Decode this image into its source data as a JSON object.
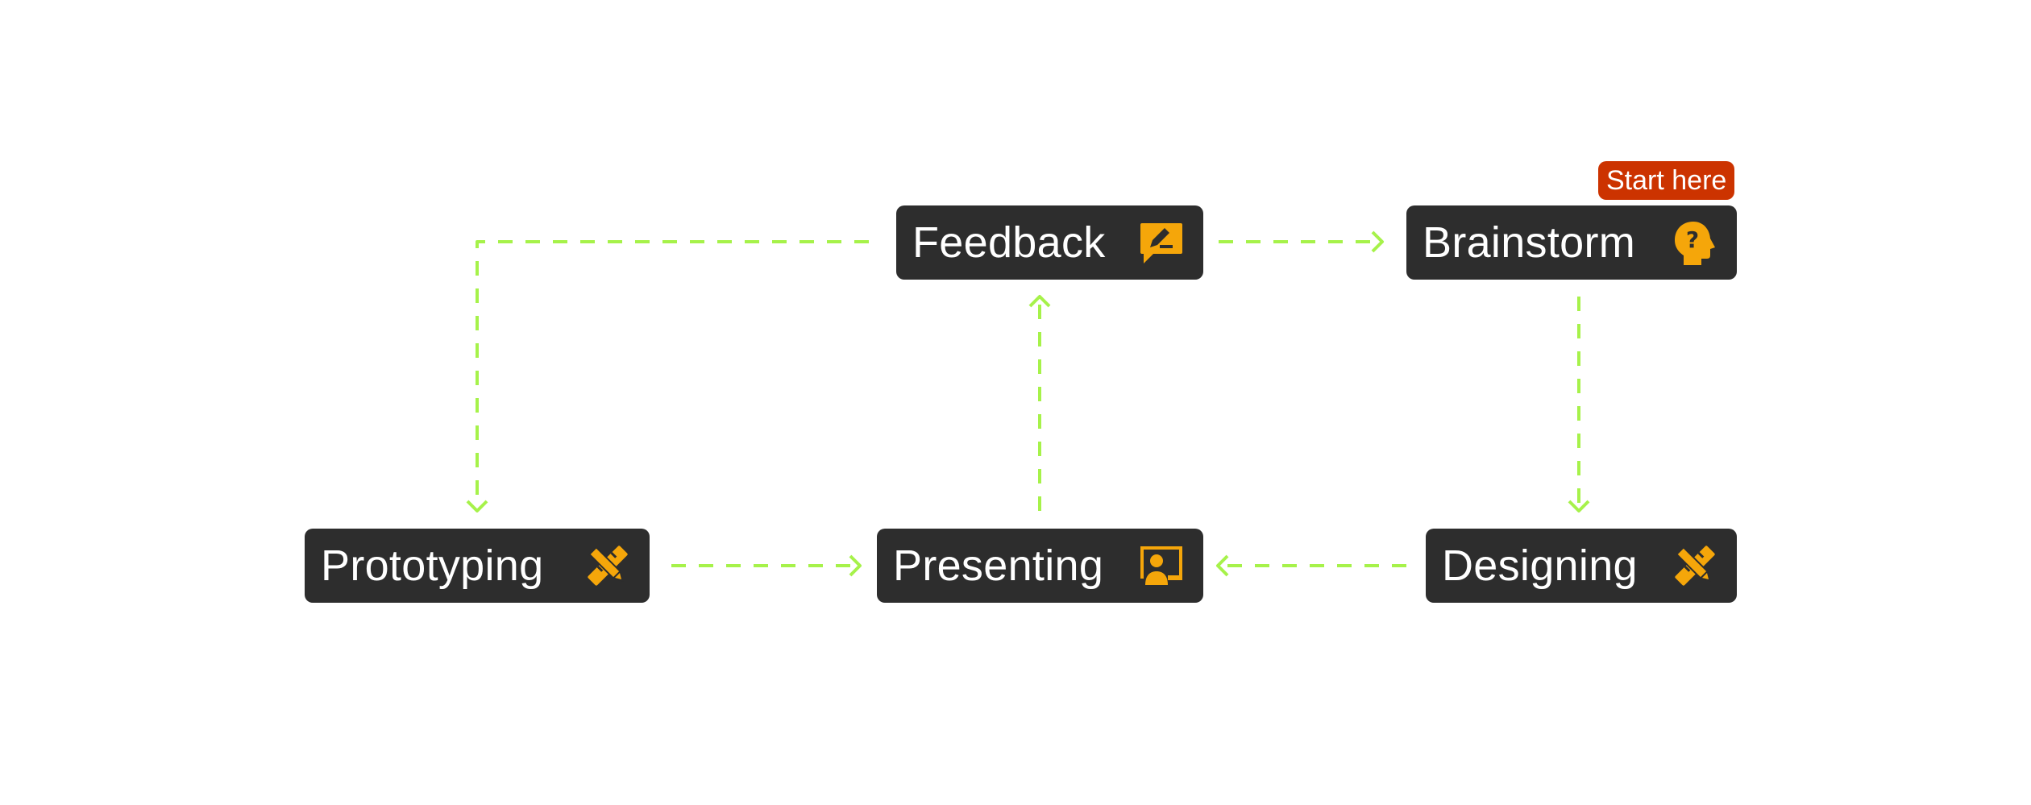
{
  "colors": {
    "node_background": "#2d2d2d",
    "node_text": "#ffffff",
    "icon": "#f5a60a",
    "connector": "#a6f24a",
    "badge_background": "#cc3300",
    "badge_text": "#ffffff"
  },
  "badge": {
    "label": "Start here"
  },
  "nodes": {
    "feedback": {
      "label": "Feedback",
      "icon": "feedback-edit-icon"
    },
    "brainstorm": {
      "label": "Brainstorm",
      "icon": "head-question-icon"
    },
    "prototyping": {
      "label": "Prototyping",
      "icon": "pencil-ruler-icon"
    },
    "presenting": {
      "label": "Presenting",
      "icon": "presentation-person-icon"
    },
    "designing": {
      "label": "Designing",
      "icon": "pencil-ruler-icon"
    }
  },
  "connectors": [
    {
      "from": "feedback",
      "to": "brainstorm",
      "style": "dashed"
    },
    {
      "from": "brainstorm",
      "to": "designing",
      "style": "dashed"
    },
    {
      "from": "designing",
      "to": "presenting",
      "style": "dashed"
    },
    {
      "from": "prototyping",
      "to": "presenting",
      "style": "dashed"
    },
    {
      "from": "presenting",
      "to": "feedback",
      "style": "dashed"
    },
    {
      "from": "feedback",
      "to": "prototyping",
      "style": "dashed"
    }
  ]
}
